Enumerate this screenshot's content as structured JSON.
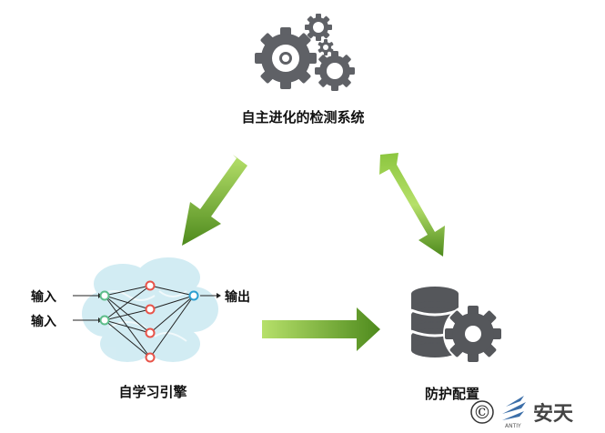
{
  "nodes": {
    "detection": {
      "label": "自主进化的检测系统",
      "icon": "gears-icon",
      "color": "#5f6166"
    },
    "learning": {
      "label": "自学习引擎",
      "icon": "neural-network-brain-icon",
      "inputs": [
        "输入",
        "输入"
      ],
      "output": "输出"
    },
    "protection": {
      "label": "防护配置",
      "icon": "database-gear-icon",
      "color": "#55575b"
    }
  },
  "colors": {
    "arrow_light": "#b6e06a",
    "arrow_dark": "#4e8a1d",
    "brain": "#cbe9f1",
    "neuron_red": "#e8544a",
    "neuron_green": "#5dbd8a",
    "neuron_blue": "#2c9fd0"
  },
  "brand": {
    "symbol": "©",
    "name": "安天",
    "subtitle": "ANTIY"
  }
}
